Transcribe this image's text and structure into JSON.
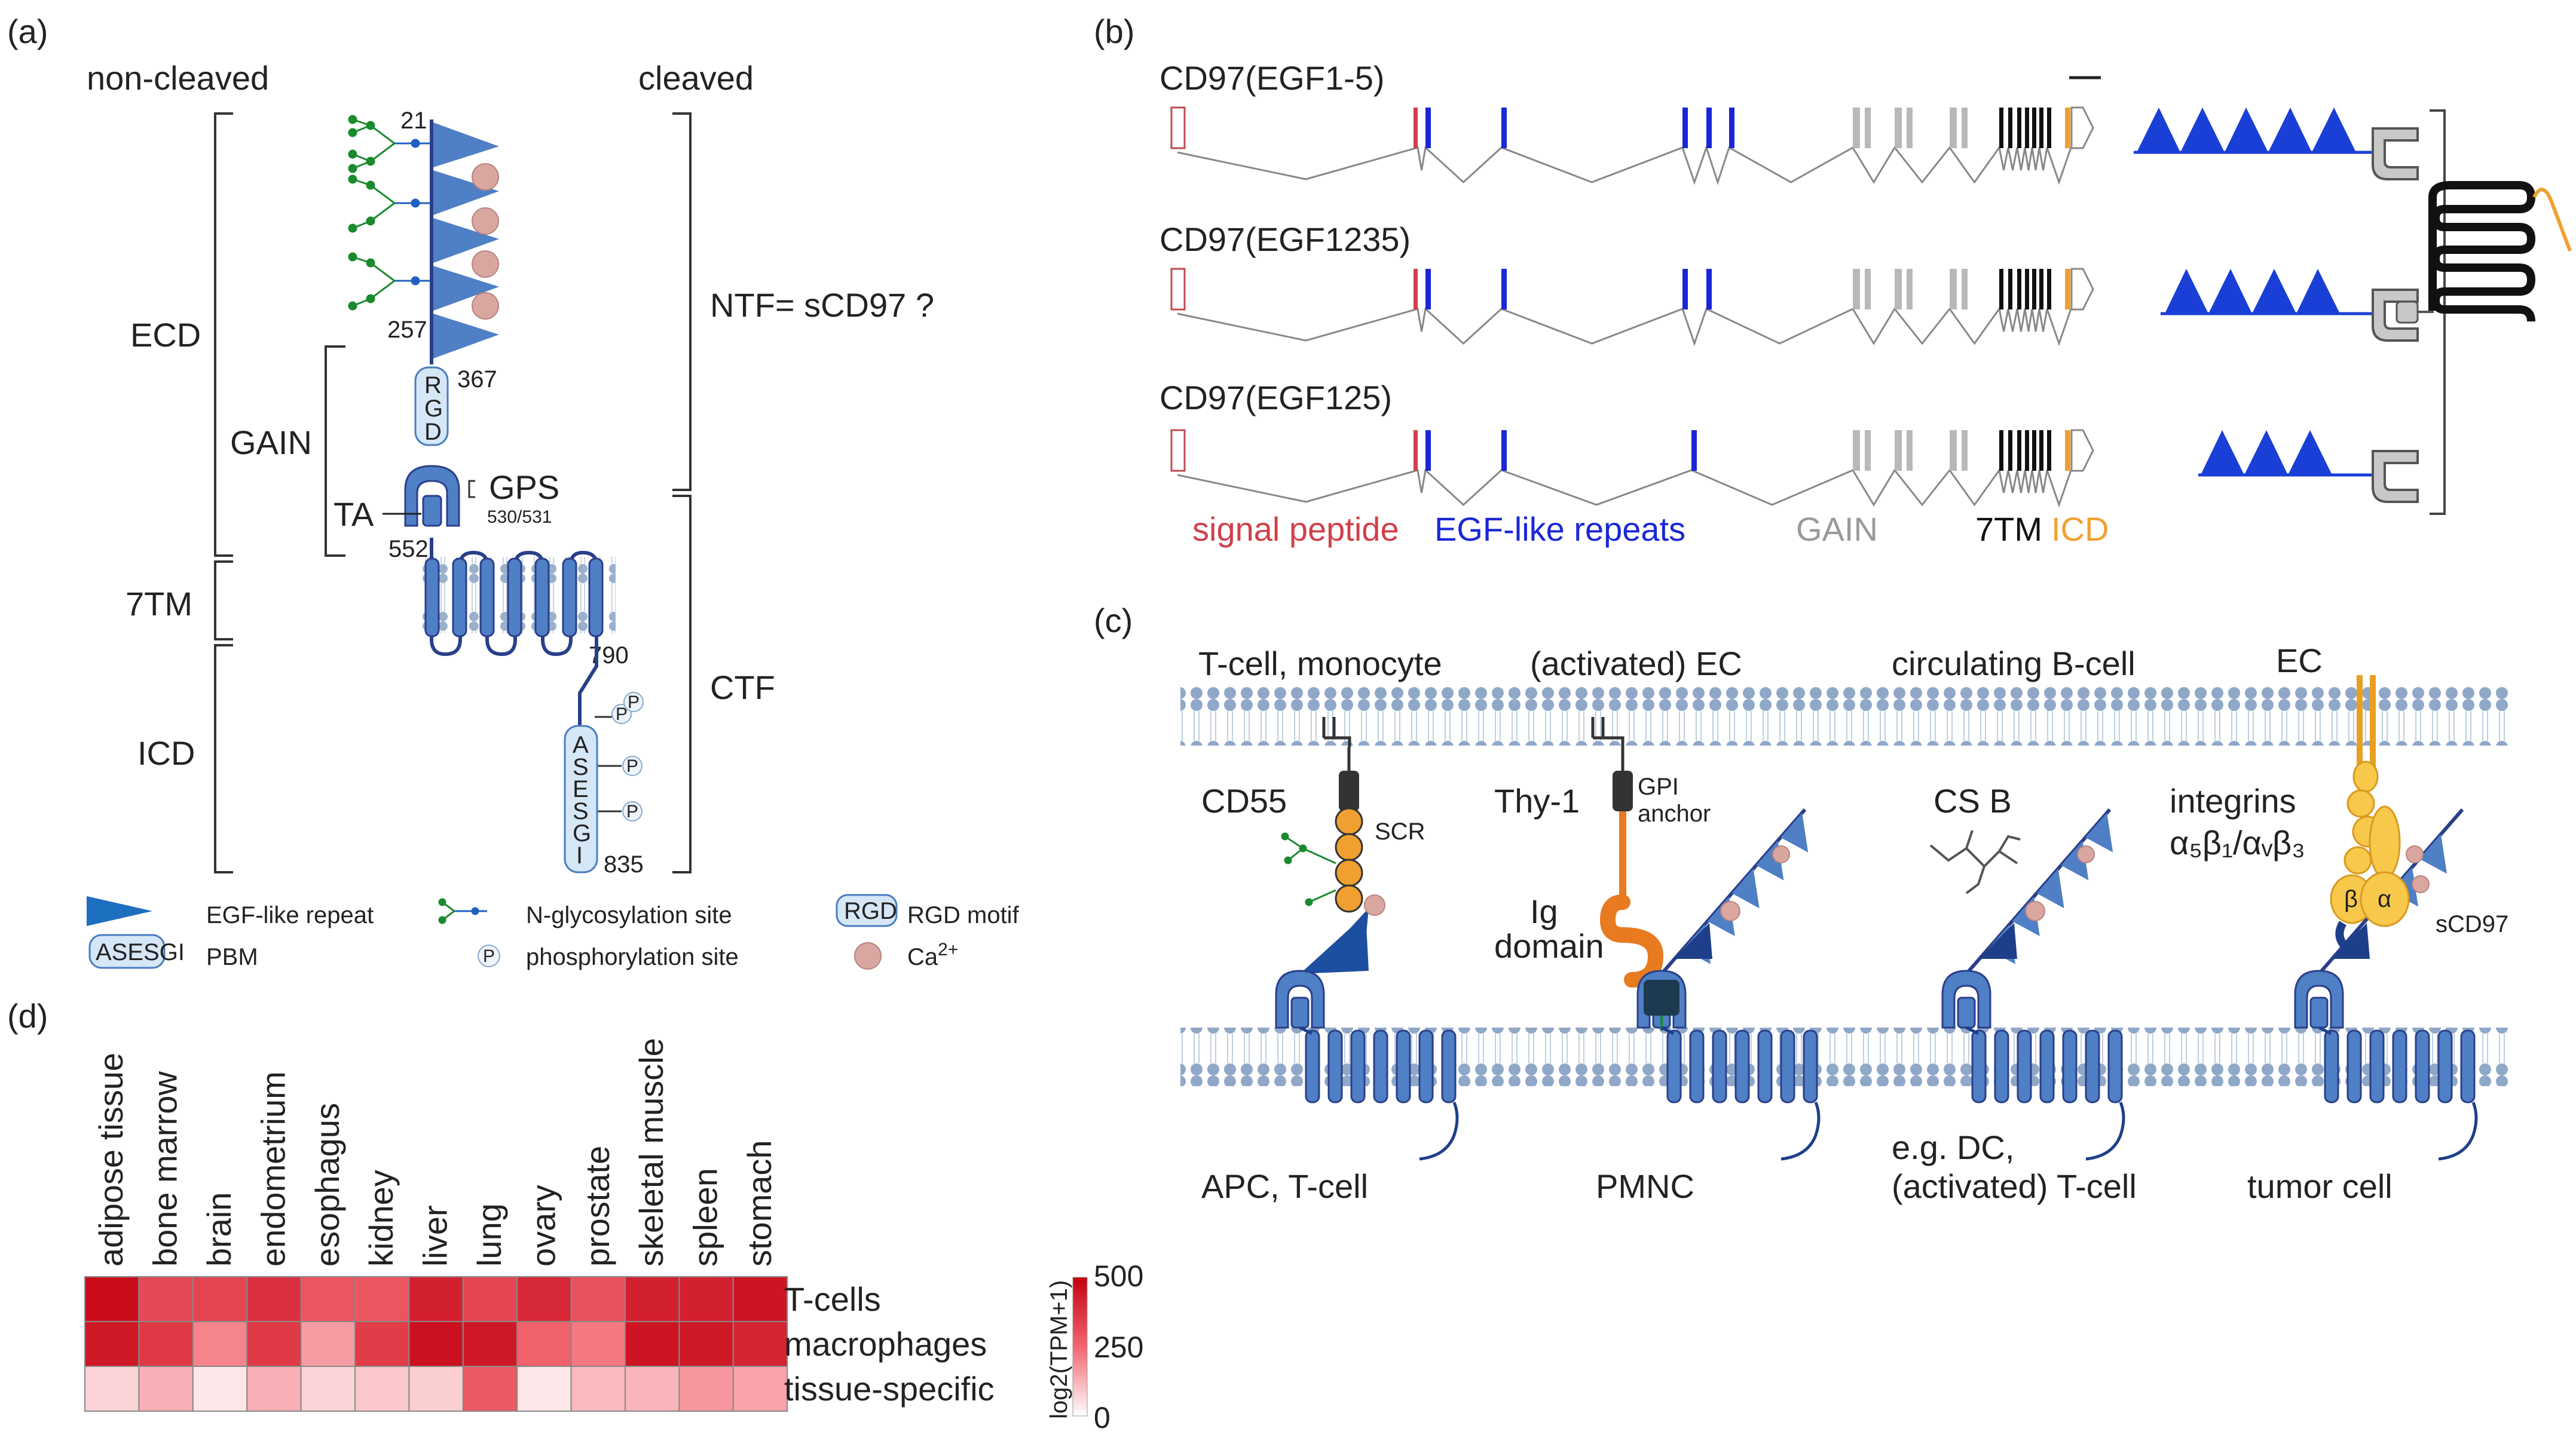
{
  "panel_a": {
    "tag": "(a)",
    "non_cleaved": "non-cleaved",
    "cleaved": "cleaved",
    "ecd": "ECD",
    "gain": "GAIN",
    "ta": "TA",
    "tm7": "7TM",
    "icd": "ICD",
    "ntf": "NTF= sCD97 ?",
    "ctf": "CTF",
    "gps": "GPS",
    "gps_sites": "530/531",
    "rgd": [
      "R",
      "G",
      "D"
    ],
    "asesgi": [
      "A",
      "S",
      "E",
      "S",
      "G",
      "I"
    ],
    "residues": [
      "21",
      "257",
      "367",
      "552",
      "790",
      "835"
    ],
    "legend": {
      "egf": "EGF-like repeat",
      "nglyc": "N-glycosylation site",
      "rgd_badge": "RGD",
      "rgd": "RGD motif",
      "pbm_badge": "ASESGI",
      "pbm": "PBM",
      "phos_badge": "P",
      "phos": "phosphorylation site",
      "ca": "Ca",
      "ca_sup": "2+"
    },
    "colors": {
      "egf": "#4f7fc5",
      "tm": "#4a7cbf",
      "ca": "#d9a6a0",
      "glyc": "#1a8a2e",
      "rgd_fill": "#d5e6f6"
    }
  },
  "panel_b": {
    "tag": "(b)",
    "isoforms": [
      "CD97(EGF1-5)",
      "CD97(EGF1235)",
      "CD97(EGF125)"
    ],
    "legend": [
      "signal peptide",
      "EGF-like repeats",
      "GAIN",
      "7TM",
      "ICD"
    ],
    "colors": {
      "signal": "#d0404a",
      "egf": "#1a27d6",
      "gain": "#b8b8b8",
      "tm": "#111111",
      "icd": "#f0a030"
    }
  },
  "panel_c": {
    "tag": "(c)",
    "top_cells": [
      "T-cell, monocyte",
      "(activated) EC",
      "circulating B-cell",
      "EC"
    ],
    "ligands": [
      "CD55",
      "Thy-1",
      "CS B",
      "integrins"
    ],
    "integrin_sub": "α₅β₁/αᵥβ₃",
    "scr": "SCR",
    "gpi": "GPI",
    "anchor": "anchor",
    "ig": "Ig",
    "ig_domain": "domain",
    "beta": "β",
    "alpha": "α",
    "scd97": "sCD97",
    "bottom_cells": [
      "APC, T-cell",
      "PMNC",
      "e.g. DC,",
      "(activated) T-cell",
      "tumor cell"
    ]
  },
  "panel_d": {
    "tag": "(d)",
    "colorbar_label": "log2(TPM+1)",
    "colorbar_ticks": [
      "500",
      "250",
      "0"
    ]
  },
  "chart_data": {
    "type": "heatmap",
    "columns": [
      "adipose tissue",
      "bone marrow",
      "brain",
      "endometrium",
      "esophagus",
      "kidney",
      "liver",
      "lung",
      "ovary",
      "prostate",
      "skeletal muscle",
      "spleen",
      "stomach"
    ],
    "rows": [
      "T-cells",
      "macrophages",
      "tissue-specific"
    ],
    "values": [
      [
        470,
        320,
        330,
        380,
        290,
        290,
        420,
        330,
        400,
        300,
        420,
        420,
        450
      ],
      [
        440,
        360,
        200,
        360,
        160,
        350,
        460,
        440,
        260,
        220,
        450,
        440,
        410
      ],
      [
        70,
        130,
        40,
        130,
        70,
        90,
        80,
        280,
        40,
        110,
        120,
        170,
        150
      ]
    ],
    "colorbar": {
      "label": "log2(TPM+1)",
      "range": [
        0,
        500
      ],
      "ticks": [
        0,
        250,
        500
      ]
    }
  }
}
